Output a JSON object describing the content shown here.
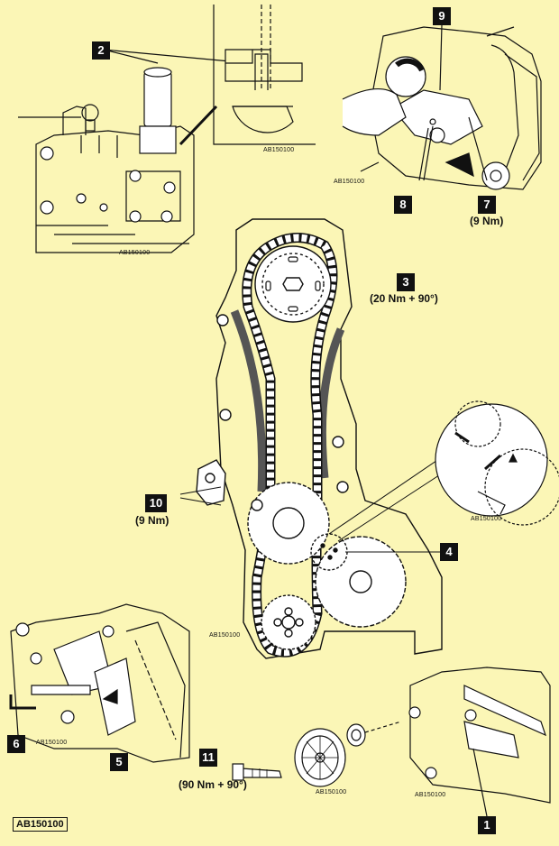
{
  "figure_ref": "AB150100",
  "panel_ref": "AB150100",
  "callouts": [
    "1",
    "2",
    "3",
    "4",
    "5",
    "6",
    "7",
    "8",
    "9",
    "10",
    "11"
  ],
  "torques": {
    "item3": "(20 Nm + 90°)",
    "item7": "(9 Nm)",
    "item10": "(9 Nm)",
    "item11": "(90 Nm + 90°)"
  },
  "colors": {
    "background": "#fbf6b6",
    "line": "#111111",
    "callout_fill": "#111111"
  }
}
